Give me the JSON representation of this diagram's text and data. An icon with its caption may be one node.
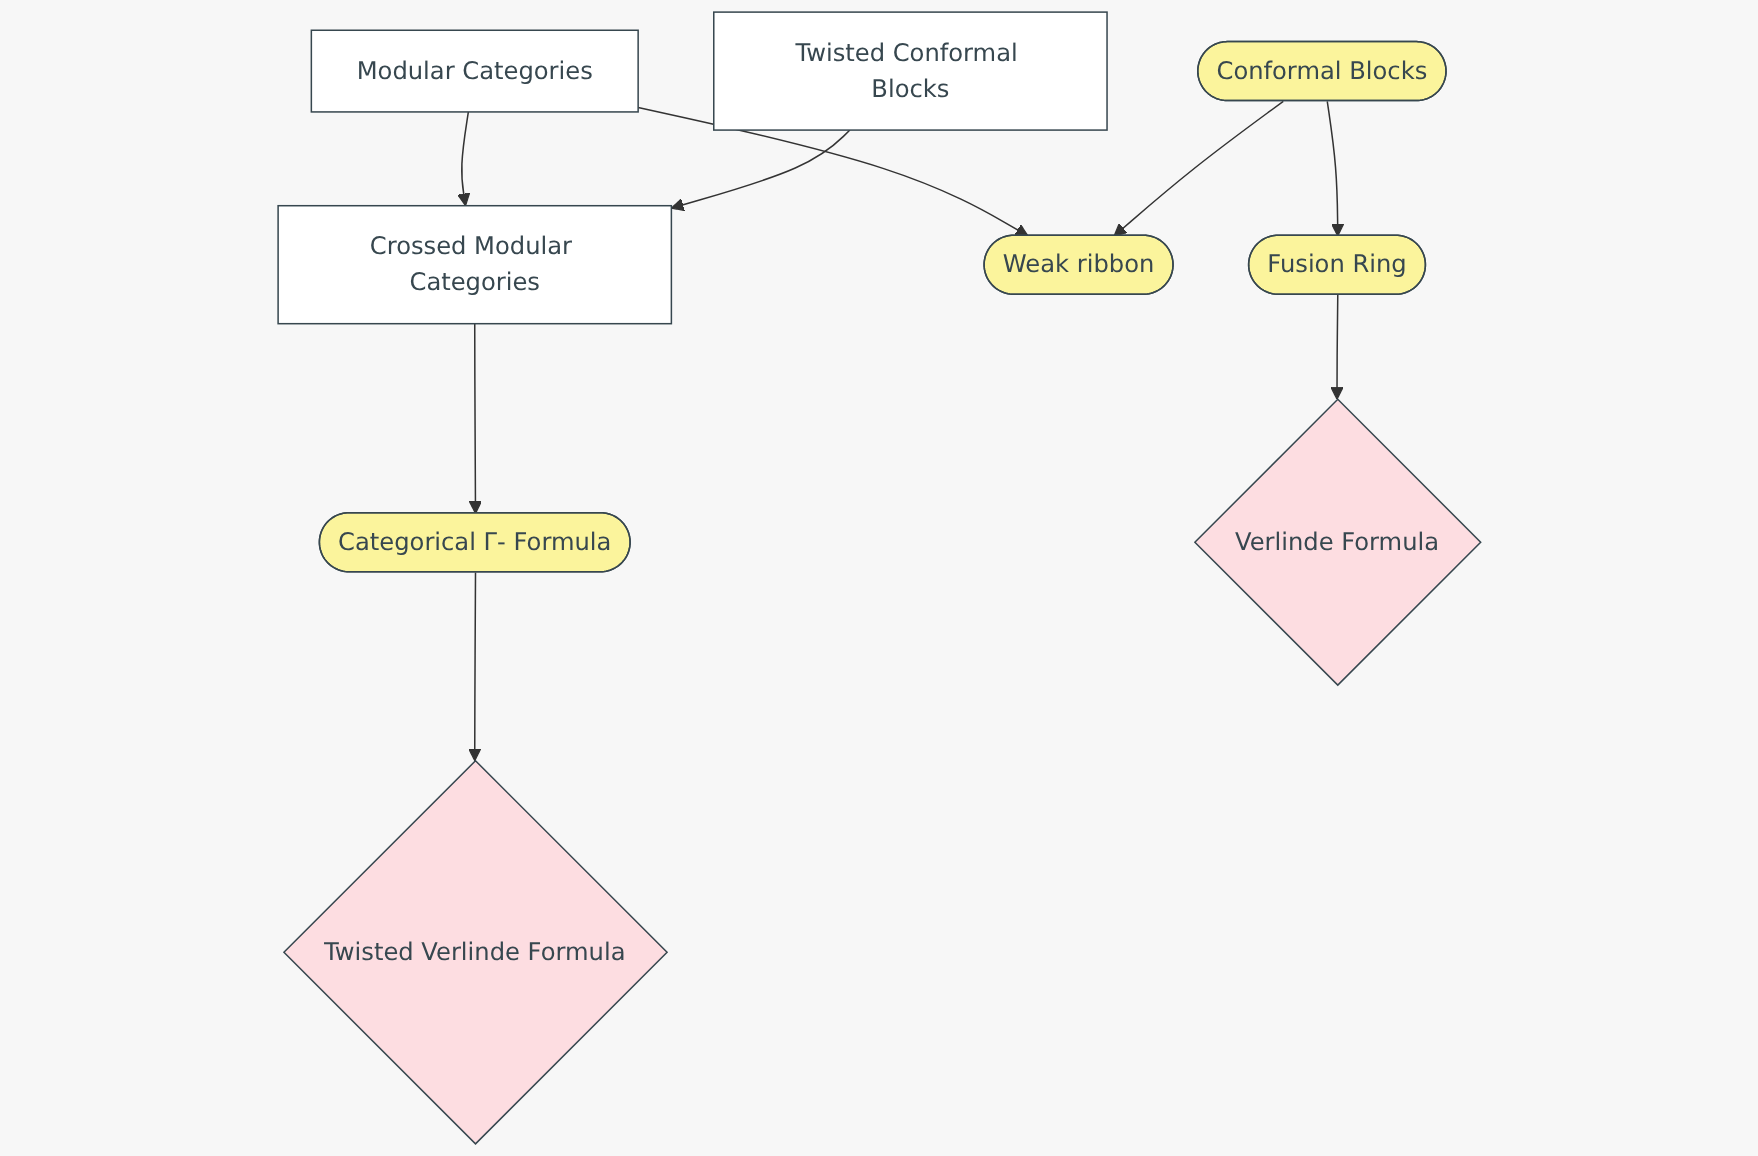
{
  "diagram": {
    "nodes": [
      {
        "text": [
          "Modular Categories"
        ]
      },
      {
        "text": [
          "Crossed Modular Categories"
        ]
      },
      {
        "text": [
          "Twisted Conformal Blocks"
        ]
      },
      {
        "text": [
          "Weak ribbon"
        ]
      },
      {
        "text": [
          "Conformal Blocks"
        ]
      },
      {
        "text": [
          "Fusion Ring"
        ]
      },
      {
        "text": [
          "Categorical Γ- Formula"
        ]
      },
      {
        "text": [
          "Twisted Verlinde Formula"
        ]
      },
      {
        "text": [
          "Verlinde Formula"
        ]
      }
    ],
    "edges": [
      {
        "from": 0,
        "to": 1,
        "arrow": "to"
      },
      {
        "from": 2,
        "to": 1,
        "arrow": "to"
      },
      {
        "from": 0,
        "to": 3,
        "arrow": "to"
      },
      {
        "from": 4,
        "to": 3,
        "arrow": "to"
      },
      {
        "from": 4,
        "to": 5,
        "arrow": "to"
      },
      {
        "from": 1,
        "to": 6,
        "arrow": "to"
      },
      {
        "from": 6,
        "to": 7,
        "arrow": "to"
      },
      {
        "from": 5,
        "to": 8,
        "arrow": "to"
      }
    ]
  }
}
